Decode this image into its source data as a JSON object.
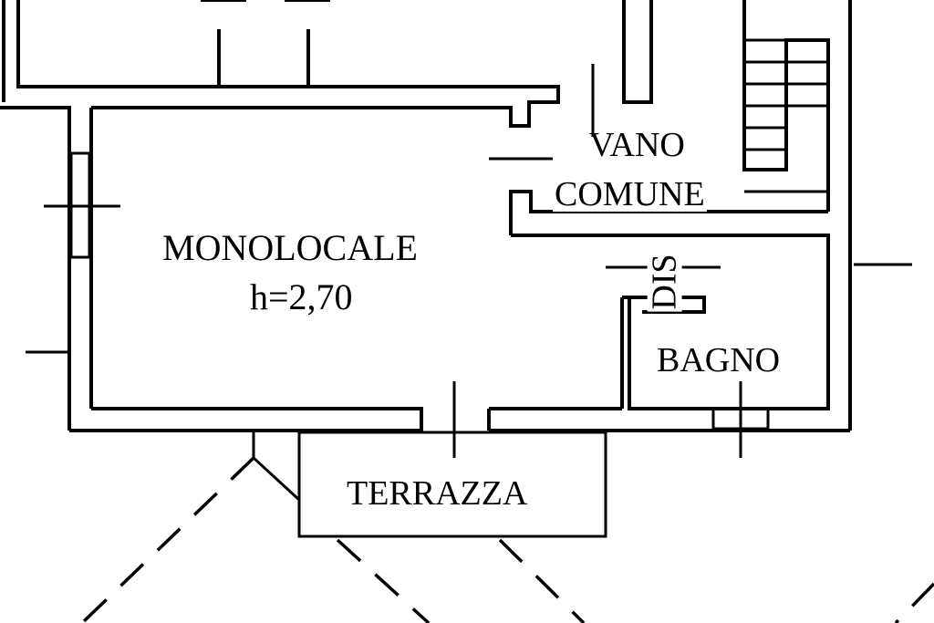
{
  "rooms": {
    "monolocale": {
      "name": "MONOLOCALE",
      "height": "h=2,70"
    },
    "vano_comune": {
      "line1": "VANO",
      "line2": "COMUNE"
    },
    "dis": "DIS",
    "bagno": "BAGNO",
    "terrazza": "TERRAZZA"
  }
}
